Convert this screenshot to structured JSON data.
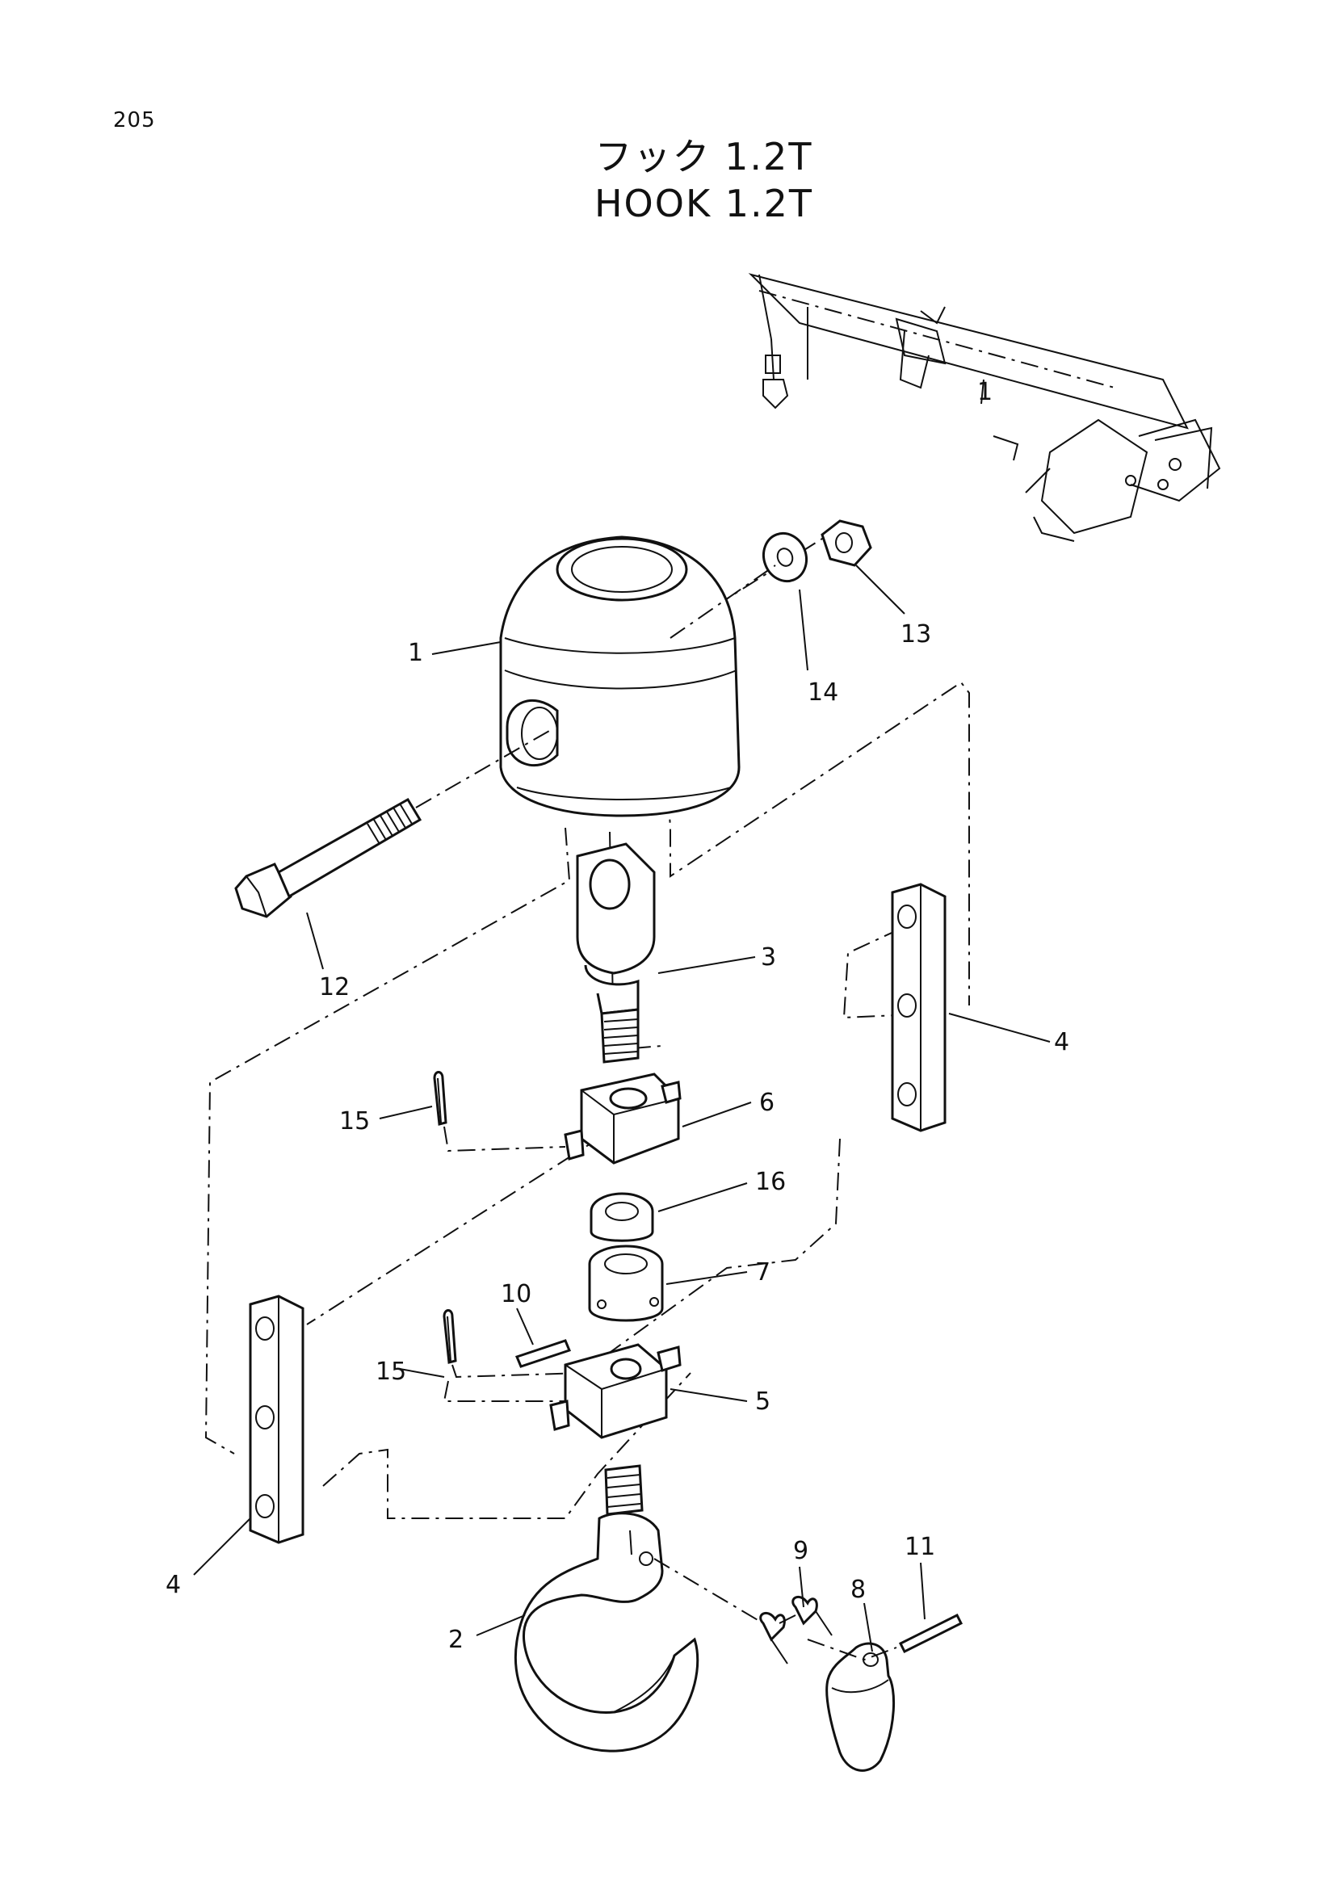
{
  "page": {
    "number": "205",
    "title_jp": "フック 1.2T",
    "title_en": "HOOK 1.2T"
  },
  "callouts": [
    {
      "id": "c1",
      "label": "1"
    },
    {
      "id": "c2",
      "label": "2"
    },
    {
      "id": "c3",
      "label": "3"
    },
    {
      "id": "c4a",
      "label": "4"
    },
    {
      "id": "c4b",
      "label": "4"
    },
    {
      "id": "c5",
      "label": "5"
    },
    {
      "id": "c6",
      "label": "6"
    },
    {
      "id": "c7",
      "label": "7"
    },
    {
      "id": "c8",
      "label": "8"
    },
    {
      "id": "c9",
      "label": "9"
    },
    {
      "id": "c10",
      "label": "10"
    },
    {
      "id": "c11",
      "label": "11"
    },
    {
      "id": "c12",
      "label": "12"
    },
    {
      "id": "c13",
      "label": "13"
    },
    {
      "id": "c14",
      "label": "14"
    },
    {
      "id": "c15a",
      "label": "15"
    },
    {
      "id": "c15b",
      "label": "15"
    },
    {
      "id": "c16",
      "label": "16"
    }
  ],
  "inset": {
    "label": "1"
  }
}
